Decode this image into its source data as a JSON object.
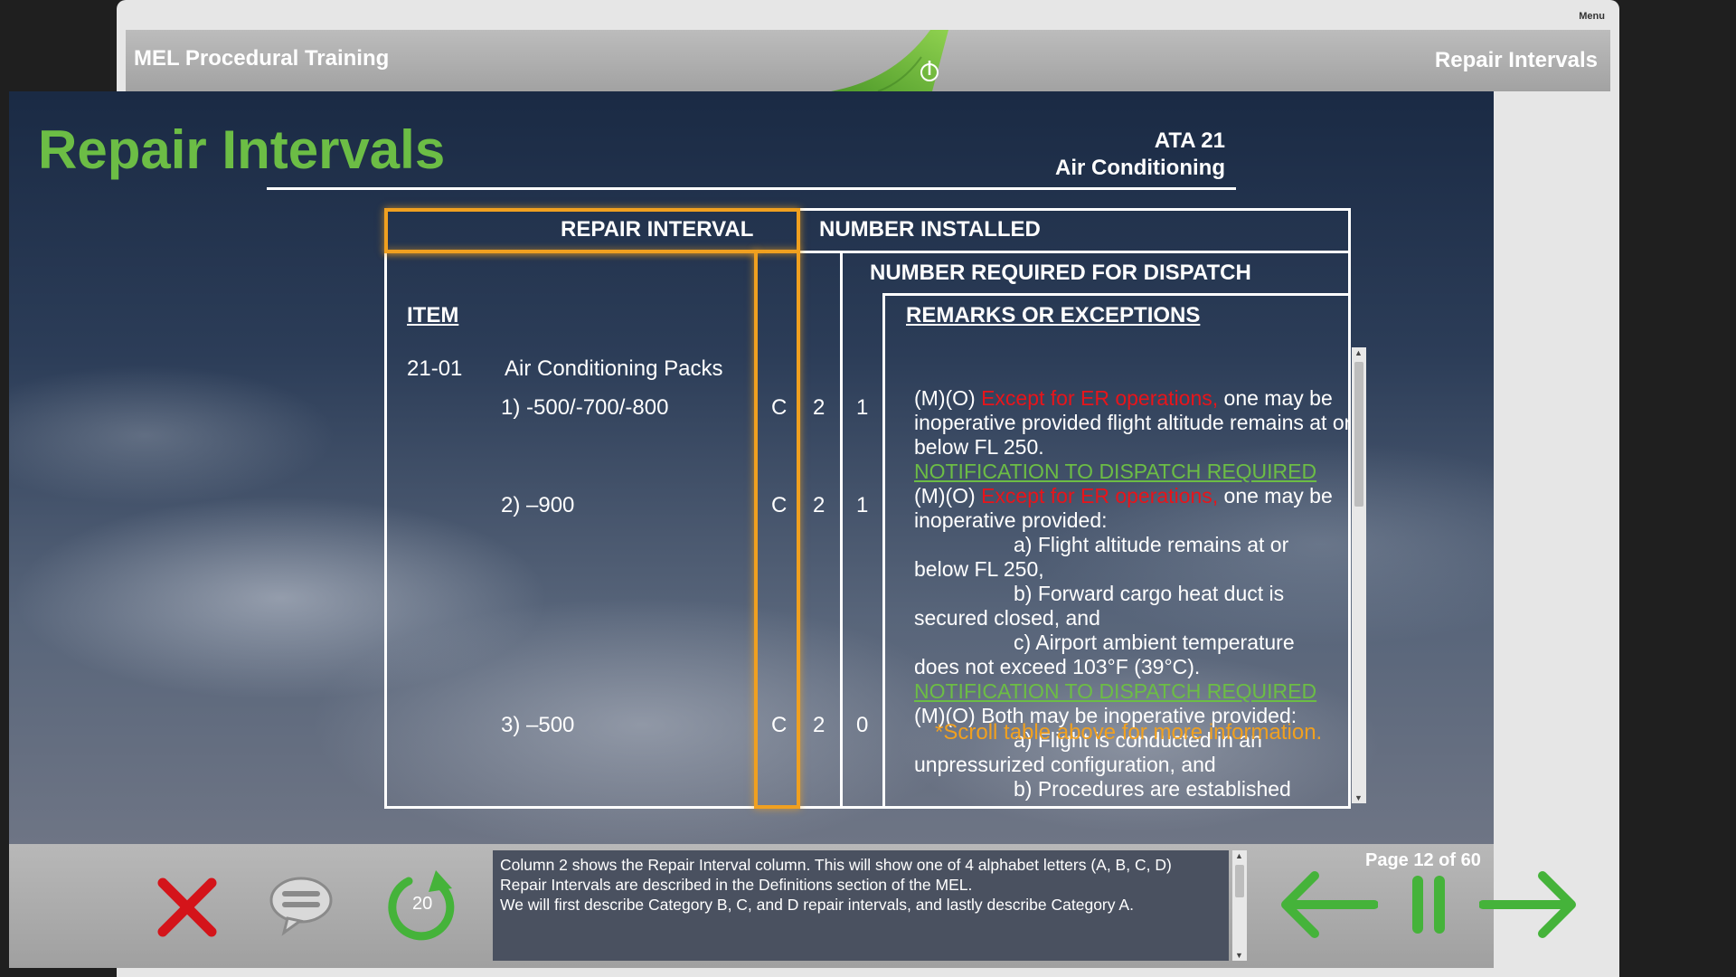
{
  "app": {
    "title": "MEL Procedural Training",
    "section": "Repair Intervals",
    "menu_label": "Menu"
  },
  "slide": {
    "heading": "Repair Intervals",
    "ata_code": "ATA 21",
    "ata_name": "Air Conditioning"
  },
  "table": {
    "headers": {
      "repair_interval": "REPAIR INTERVAL",
      "number_installed": "NUMBER INSTALLED",
      "number_required": "NUMBER REQUIRED FOR DISPATCH",
      "remarks": "REMARKS OR EXCEPTIONS",
      "item": "ITEM"
    },
    "item_number": "21-01",
    "item_name": "Air Conditioning Packs",
    "rows": [
      {
        "label": "1) -500/-700/-800",
        "interval": "C",
        "installed": "2",
        "required": "1"
      },
      {
        "label": "2) –900",
        "interval": "C",
        "installed": "2",
        "required": "1"
      },
      {
        "label": "3) –500",
        "interval": "C",
        "installed": "2",
        "required": "0"
      }
    ],
    "remarks": {
      "r1_prefix": "(M)(O) ",
      "r1_red": "Except for ER operations,",
      "r1_rest": " one may be inoperative provided flight altitude remains at or below FL 250.",
      "notification": "NOTIFICATION TO DISPATCH REQUIRED",
      "r2_prefix": "(M)(O) ",
      "r2_red": "Except for ER operations,",
      "r2_rest": " one may be inoperative provided:",
      "r2_a": "a) Flight altitude remains at or",
      "r2_a_cont": "below FL 250,",
      "r2_b": "b) Forward cargo heat duct is",
      "r2_b_cont": "secured closed, and",
      "r2_c": "c) Airport ambient temperature",
      "r2_c_cont": "does not exceed 103°F (39°C).",
      "r3_text": "(M)(O) Both may be inoperative provided:",
      "r3_a": "a) Flight is conducted in an",
      "r3_a_cont": "unpressurized configuration, and",
      "r3_b": "b) Procedures are established"
    },
    "scroll_note": "*Scroll table above for more information."
  },
  "narration": {
    "text": "Column 2 shows the Repair Interval column.  This will show one of 4 alphabet letters (A, B, C, D)\nRepair Intervals are described in the Definitions section of the MEL.\nWe will first describe Category B, C, and D repair intervals, and lastly describe Category A."
  },
  "controls": {
    "replay_count": "20",
    "page_counter": "Page 12 of 60",
    "icons": [
      "close-icon",
      "speech-bubble-icon",
      "replay-icon",
      "back-arrow-icon",
      "pause-icon",
      "forward-arrow-icon"
    ]
  },
  "colors": {
    "accent_green": "#6cbd45",
    "highlight_orange": "#f0a020",
    "exception_red": "#e8141a",
    "close_red": "#d4141a"
  }
}
